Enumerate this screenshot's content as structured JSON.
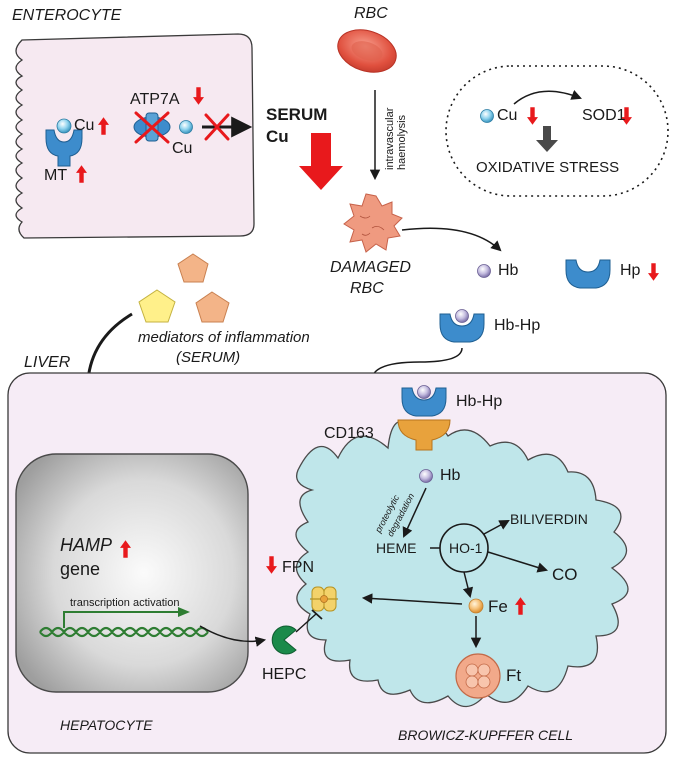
{
  "enterocyte": {
    "title": "ENTEROCYTE",
    "cu": "Cu",
    "atp7a": "ATP7A",
    "cu2": "Cu",
    "mt": "MT"
  },
  "serum": {
    "line1": "SERUM",
    "line2": "Cu"
  },
  "rbc": {
    "title": "RBC",
    "haemolysis": "intravascular haemolysis",
    "damaged_line1": "DAMAGED",
    "damaged_line2": "RBC",
    "hb": "Hb",
    "hp": "Hp",
    "hbhp": "Hb-Hp"
  },
  "oxidative": {
    "cu": "Cu",
    "sod1": "SOD1",
    "stress": "OXIDATIVE STRESS"
  },
  "inflammation": {
    "line1": "mediators of inflammation",
    "line2": "(SERUM)"
  },
  "liver": {
    "title": "LIVER",
    "hepatocyte": "HEPATOCYTE",
    "hamp": "HAMP",
    "gene": "gene",
    "transcription": "transcription activation",
    "hepc": "HEPC",
    "fpn": "FPN"
  },
  "kupffer": {
    "title": "BROWICZ-KUPFFER CELL",
    "hbhp": "Hb-Hp",
    "cd163": "CD163",
    "hb": "Hb",
    "proteolytic_line1": "proteolytic",
    "proteolytic_line2": "degradation",
    "heme": "HEME",
    "ho1": "HO-1",
    "biliverdin": "BILIVERDIN",
    "co": "CO",
    "fe": "Fe",
    "ft": "Ft"
  },
  "colors": {
    "red_arrow": "#e8191c",
    "cell_pink": "#f6e9f1",
    "kupffer_blue": "#bfe6ea",
    "hepc_green": "#1b8a4a",
    "transcription_green": "#2e7d32",
    "receptor_blue": "#3d8ccc",
    "cd163_orange": "#e8a23c"
  }
}
